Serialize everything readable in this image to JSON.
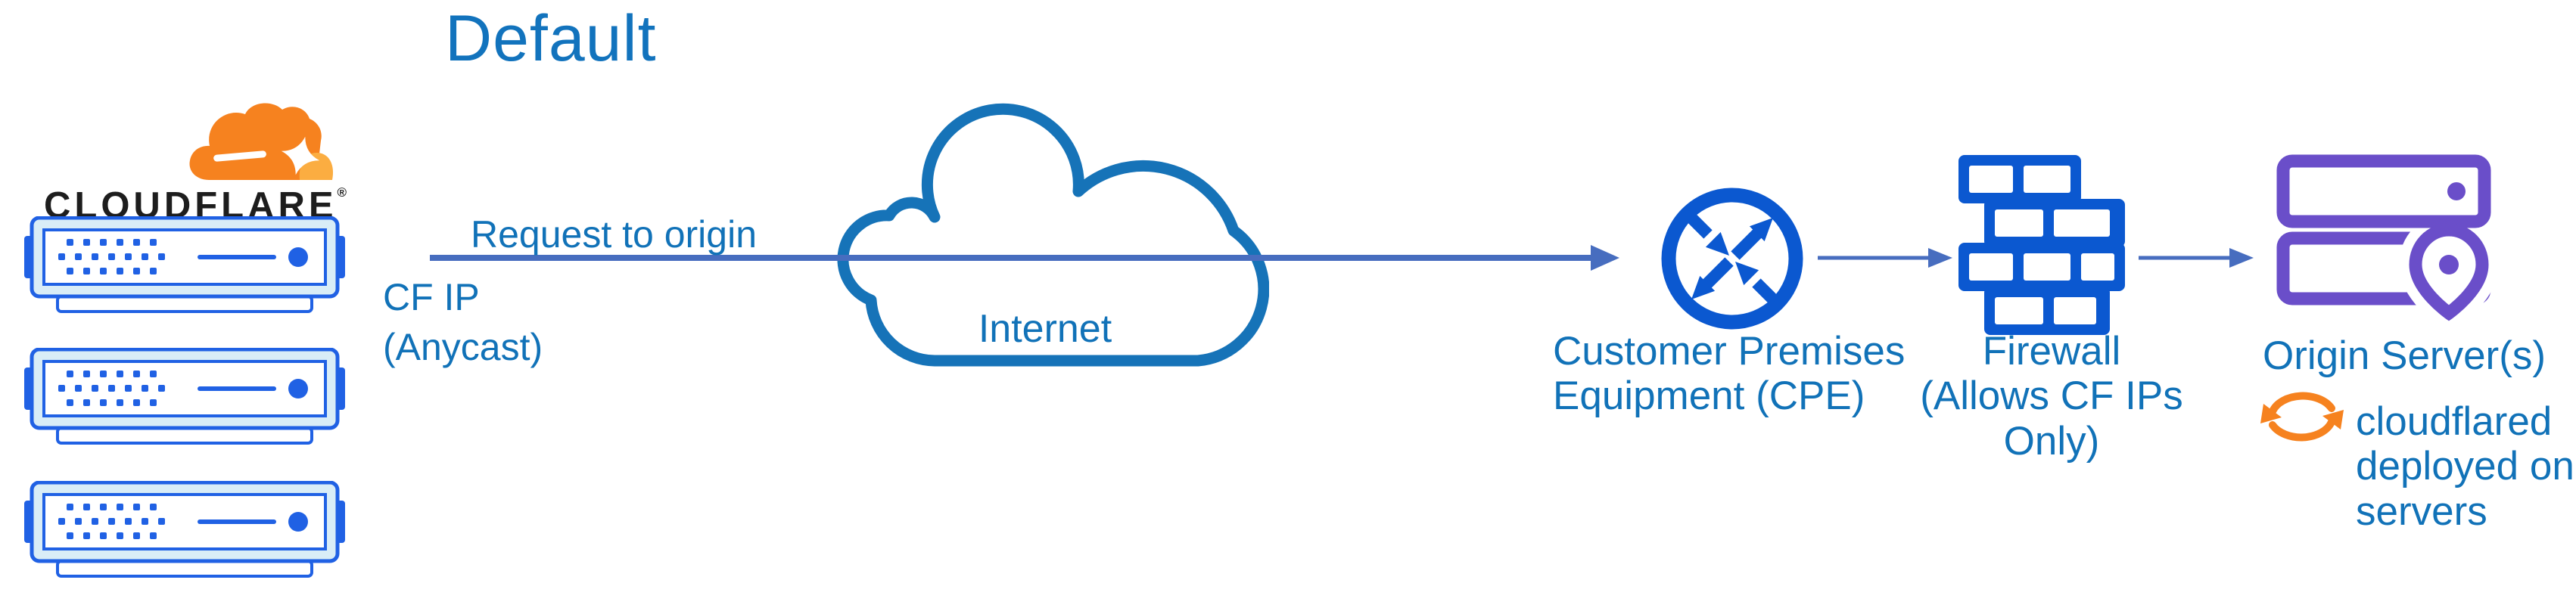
{
  "title": "Default",
  "brand": {
    "wordmark": "CLOUDFLARE",
    "registered_mark": "®"
  },
  "nodes": {
    "cloudflare_edge": {
      "icon": "cloudflare-server-stack",
      "server_count": 3
    },
    "internet": {
      "label": "Internet",
      "icon": "internet-cloud-icon"
    },
    "cpe": {
      "label": "Customer Premises\nEquipment (CPE)",
      "icon": "cpe-router-icon"
    },
    "firewall": {
      "label": "Firewall\n(Allows CF IPs Only)",
      "icon": "firewall-brick-icon"
    },
    "origin": {
      "label": "Origin Server(s)",
      "icon": "origin-server-pin-icon"
    }
  },
  "annotations": {
    "request": "Request to origin",
    "cf_ip": "CF IP\n(Anycast)",
    "cloudflared": "cloudflared\ndeployed on\nservers"
  },
  "connectors": [
    {
      "from": "cloudflare_edge",
      "to": "cpe",
      "label": "Request to origin",
      "style": "arrow"
    },
    {
      "from": "cpe",
      "to": "firewall",
      "style": "arrow"
    },
    {
      "from": "firewall",
      "to": "origin",
      "style": "arrow"
    }
  ],
  "icons": {
    "cloudflare-logo-icon": "orange cloudflare cloud with flare",
    "cloudflare-server-icon": "blue rack server with dotted grille, line and LED",
    "internet-cloud-icon": "blue outlined cloud",
    "cpe-router-icon": "circle with four diagonal arrows",
    "firewall-brick-icon": "blue brick wall",
    "origin-server-pin-icon": "two purple servers with location pin",
    "sync-icon": "orange circular refresh arrows"
  },
  "colors": {
    "title_blue": "#1273bd",
    "label_blue": "#1172b8",
    "connector_blue": "#476dbf",
    "icon_blue": "#0b58d0",
    "server_blue": "#2061e4",
    "server_frame_fill": "#d9edf7",
    "origin_purple": "#6a4ec9",
    "cloudflare_orange": "#f6821f",
    "cloudflare_orange_light": "#fbad41",
    "wordmark_color": "#1d1d1d"
  }
}
